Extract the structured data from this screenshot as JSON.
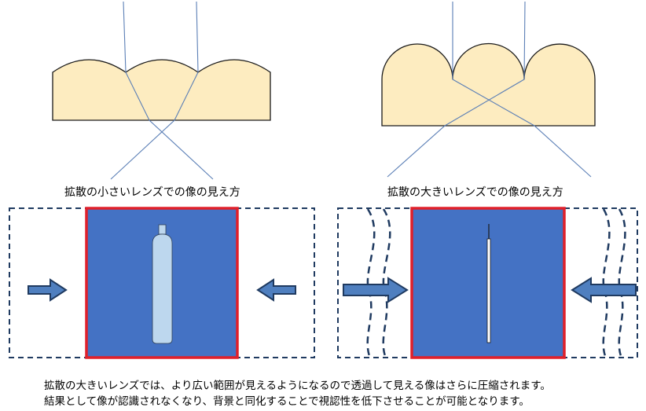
{
  "captions": {
    "small_diffusion": "拡散の小さいレンズでの像の見え方",
    "large_diffusion": "拡散の大きいレンズでの像の見え方"
  },
  "description": {
    "line1": "拡散の大きいレンズでは、より広い範囲が見えるようになるので透過して見える像はさらに圧縮されます。",
    "line2": "結果として像が認識されなくなり、背景と同化することで視認性を低下させることが可能となります。"
  },
  "colors": {
    "lens_fill": "#fdecc0",
    "ray": "#5b7fb6",
    "panel_fill": "#4472c4",
    "panel_border": "#e0202a",
    "dashed_border": "#1f3a60",
    "arrow_fill": "#4f7fbf",
    "arrow_stroke": "#1f3a60",
    "bottle": "#bdd7ee"
  }
}
